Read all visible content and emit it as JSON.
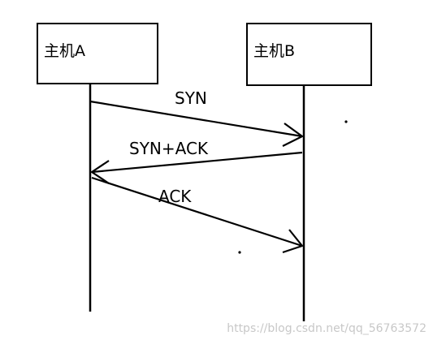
{
  "hosts": {
    "a": "主机A",
    "b": "主机B"
  },
  "messages": {
    "syn": "SYN",
    "syn_ack": "SYN+ACK",
    "ack": "ACK"
  },
  "watermark": "https://blog.csdn.net/qq_56763572",
  "colors": {
    "line": "#000000",
    "watermark": "#c8c8c8"
  }
}
